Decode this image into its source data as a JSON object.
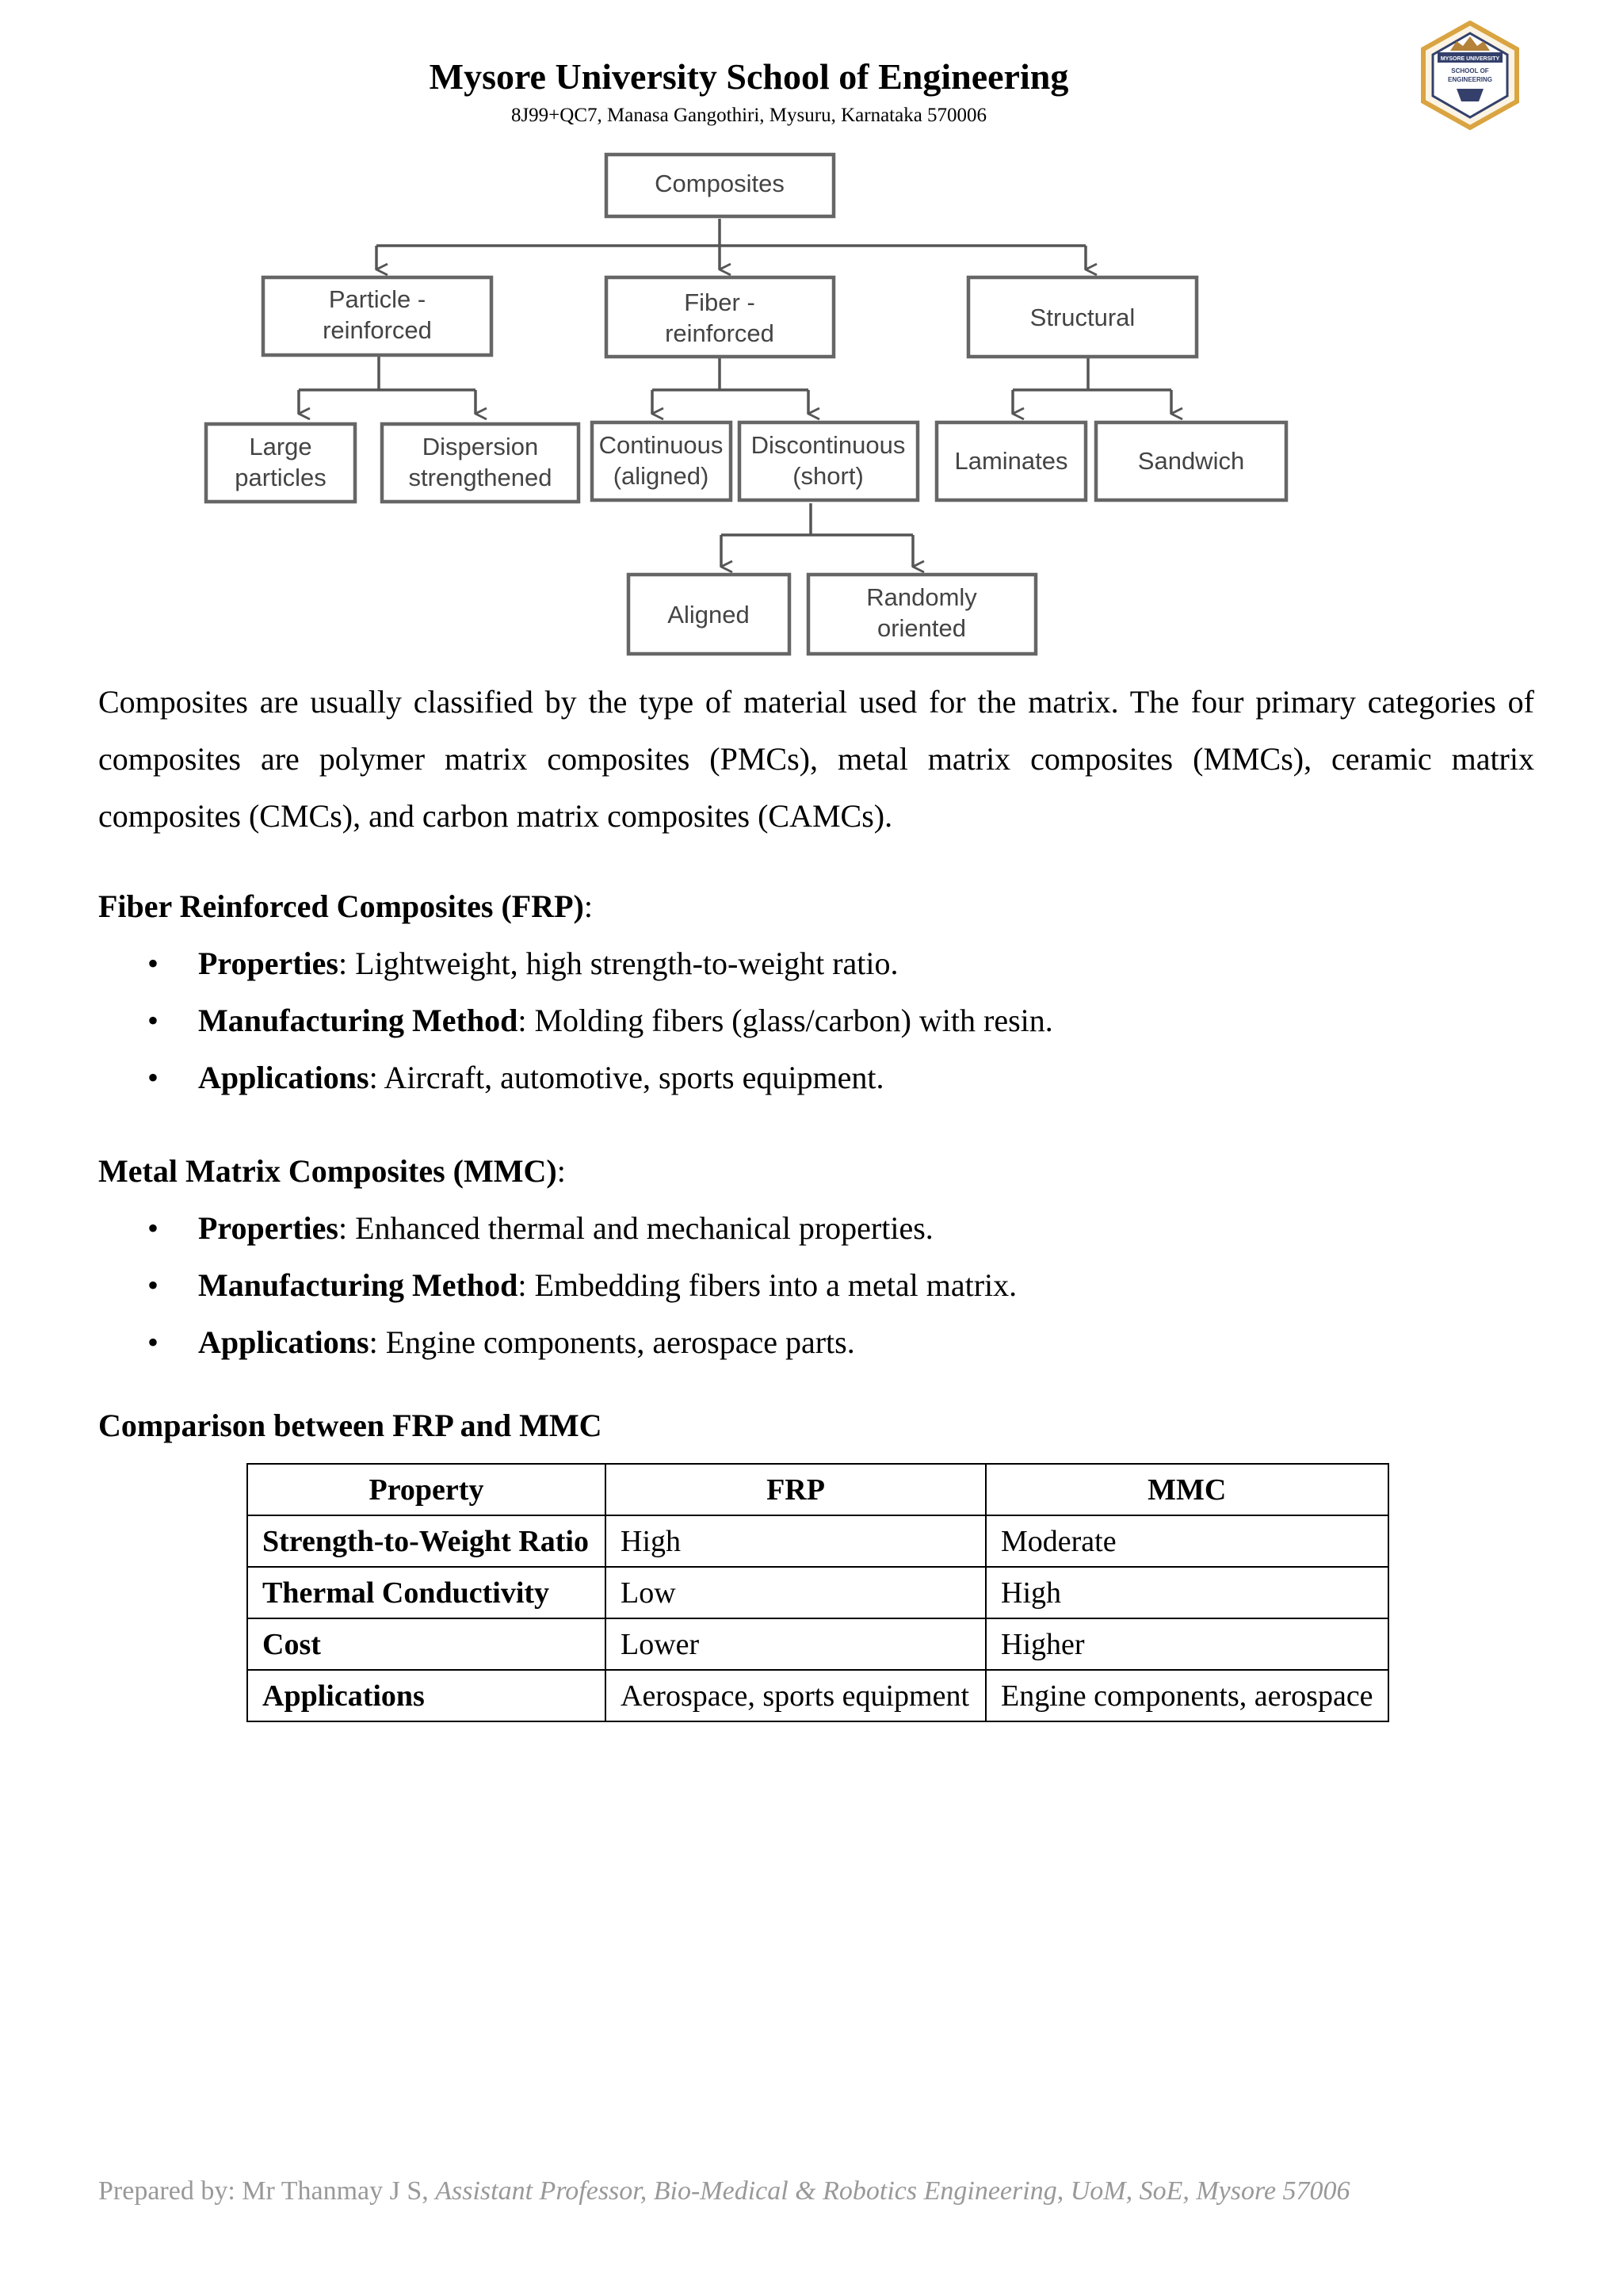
{
  "header": {
    "title": "Mysore University School of Engineering",
    "address": "8J99+QC7, Manasa Gangothiri, Mysuru, Karnataka 570006",
    "logo_text": [
      "MYSORE UNIVERSITY",
      "SCHOOL OF",
      "ENGINEERING"
    ]
  },
  "diagram": {
    "root": "Composites",
    "level1": [
      {
        "line1": "Particle -",
        "line2": "reinforced"
      },
      {
        "line1": "Fiber -",
        "line2": "reinforced"
      },
      {
        "line1": "Structural",
        "line2": ""
      }
    ],
    "level2": [
      {
        "line1": "Large",
        "line2": "particles"
      },
      {
        "line1": "Dispersion",
        "line2": "strengthened"
      },
      {
        "line1": "Continuous",
        "line2": "(aligned)"
      },
      {
        "line1": "Discontinuous",
        "line2": "(short)"
      },
      {
        "line1": "Laminates",
        "line2": ""
      },
      {
        "line1": "Sandwich",
        "line2": ""
      }
    ],
    "level3": [
      {
        "line1": "Aligned",
        "line2": ""
      },
      {
        "line1": "Randomly",
        "line2": "oriented"
      }
    ]
  },
  "intro": "Composites are usually classified by the type of material used for the matrix. The four primary categories of composites are polymer matrix composites (PMCs), metal matrix composites (MMCs), ceramic matrix composites (CMCs), and carbon matrix composites (CAMCs).",
  "frp": {
    "heading": "Fiber Reinforced Composites (FRP)",
    "colon": ":",
    "items": [
      {
        "bullet": "•",
        "label": "Properties",
        "text": ": Lightweight, high strength-to-weight ratio."
      },
      {
        "bullet": "•",
        "label": "Manufacturing Method",
        "text": ": Molding fibers (glass/carbon) with resin."
      },
      {
        "bullet": "•",
        "label": "Applications",
        "text": ": Aircraft, automotive, sports equipment."
      }
    ]
  },
  "mmc": {
    "heading": "Metal Matrix Composites (MMC)",
    "colon": ":",
    "items": [
      {
        "bullet": "•",
        "label": "Properties",
        "text": ": Enhanced thermal and mechanical properties."
      },
      {
        "bullet": "•",
        "label": "Manufacturing Method",
        "text": ": Embedding fibers into a metal matrix."
      },
      {
        "bullet": "•",
        "label": "Applications",
        "text": ": Engine components, aerospace parts."
      }
    ]
  },
  "comparison": {
    "heading": "Comparison between FRP and MMC",
    "columns": [
      "Property",
      "FRP",
      "MMC"
    ],
    "rows": [
      [
        "Strength-to-Weight Ratio",
        "High",
        "Moderate"
      ],
      [
        "Thermal Conductivity",
        "Low",
        "High"
      ],
      [
        "Cost",
        "Lower",
        "Higher"
      ],
      [
        "Applications",
        "Aerospace, sports equipment",
        "Engine components, aerospace"
      ]
    ]
  },
  "footer": {
    "prefix": "Prepared by: Mr Thanmay J S, ",
    "italic": "Assistant Professor, Bio-Medical & Robotics Engineering, UoM, SoE, Mysore 57006"
  }
}
